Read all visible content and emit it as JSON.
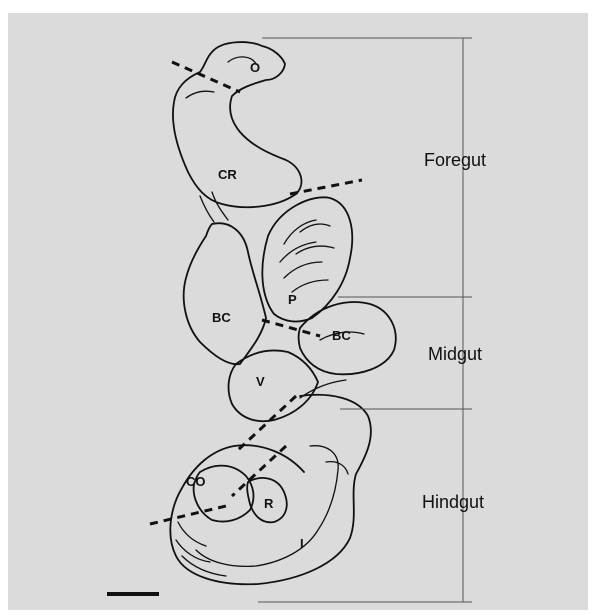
{
  "organ_labels": {
    "o": "O",
    "cr": "CR",
    "p": "P",
    "bc_left": "BC",
    "bc_right": "BC",
    "v": "V",
    "co": "CO",
    "r": "R",
    "i": "I"
  },
  "regions": {
    "foregut": "Foregut",
    "midgut": "Midgut",
    "hindgut": "Hindgut"
  }
}
